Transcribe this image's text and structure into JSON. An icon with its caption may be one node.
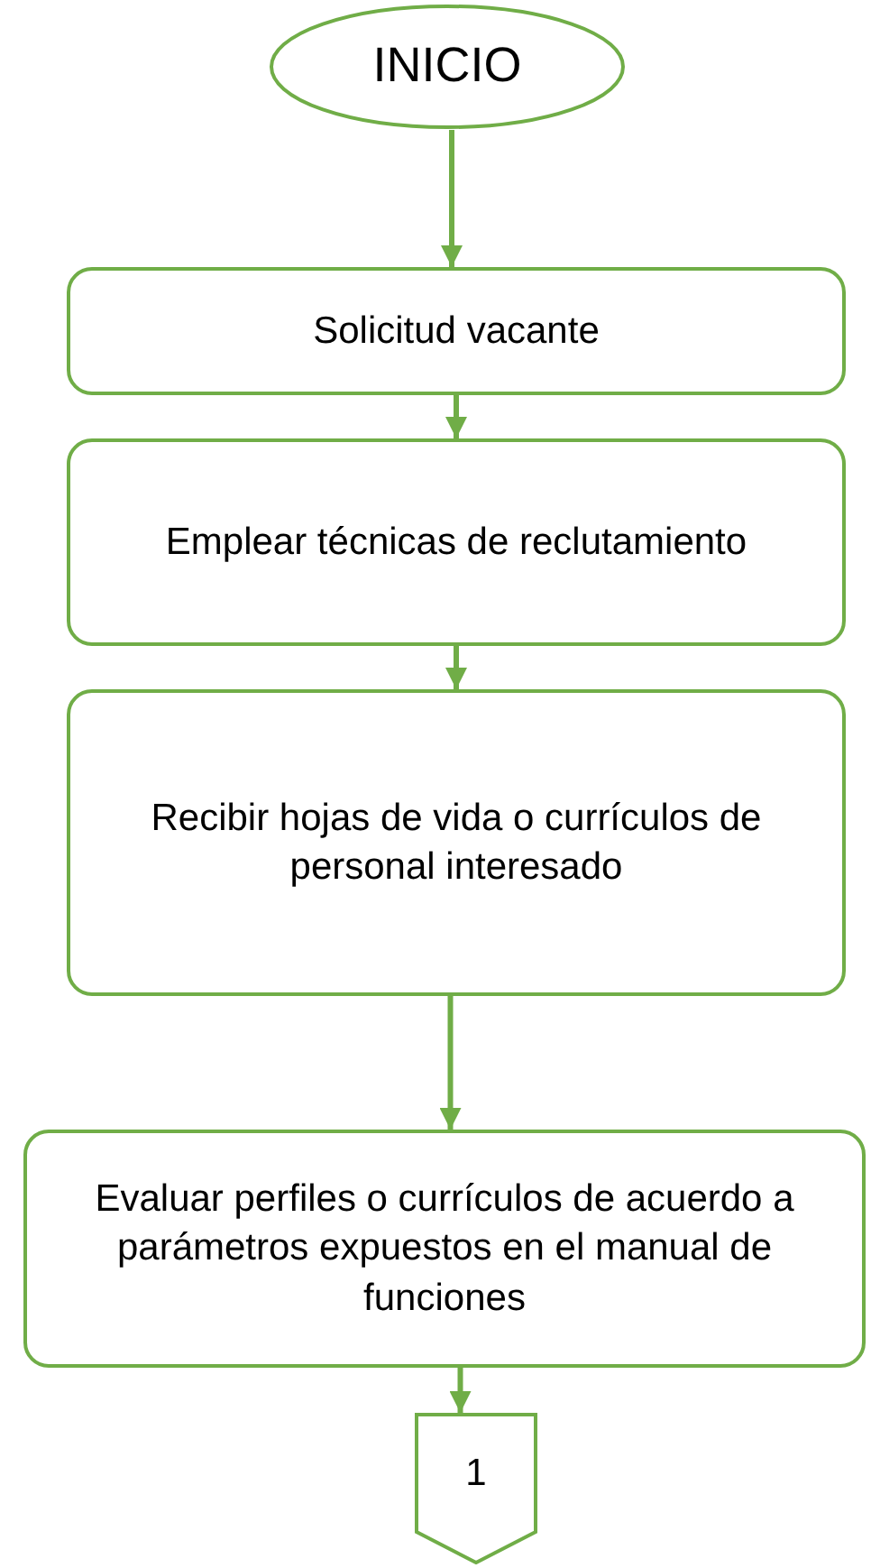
{
  "diagram": {
    "nodes": [
      {
        "text": [
          "INICIO"
        ]
      },
      {
        "text": [
          "Solicitud vacante"
        ]
      },
      {
        "text": [
          "Emplear técnicas de reclutamiento"
        ]
      },
      {
        "text": [
          "Recibir hojas de vida o currículos de personal interesado"
        ]
      },
      {
        "text": [
          "Evaluar perfiles o currículos de acuerdo a parámetros expuestos en el manual de funciones"
        ]
      },
      {
        "text": [
          "1"
        ]
      }
    ],
    "edges": [
      {
        "from": 0,
        "to": 1,
        "arrow": "to"
      },
      {
        "from": 1,
        "to": 2,
        "arrow": "to"
      },
      {
        "from": 2,
        "to": 3,
        "arrow": "to"
      },
      {
        "from": 3,
        "to": 4,
        "arrow": "to"
      },
      {
        "from": 4,
        "to": 5,
        "arrow": "to"
      }
    ]
  }
}
